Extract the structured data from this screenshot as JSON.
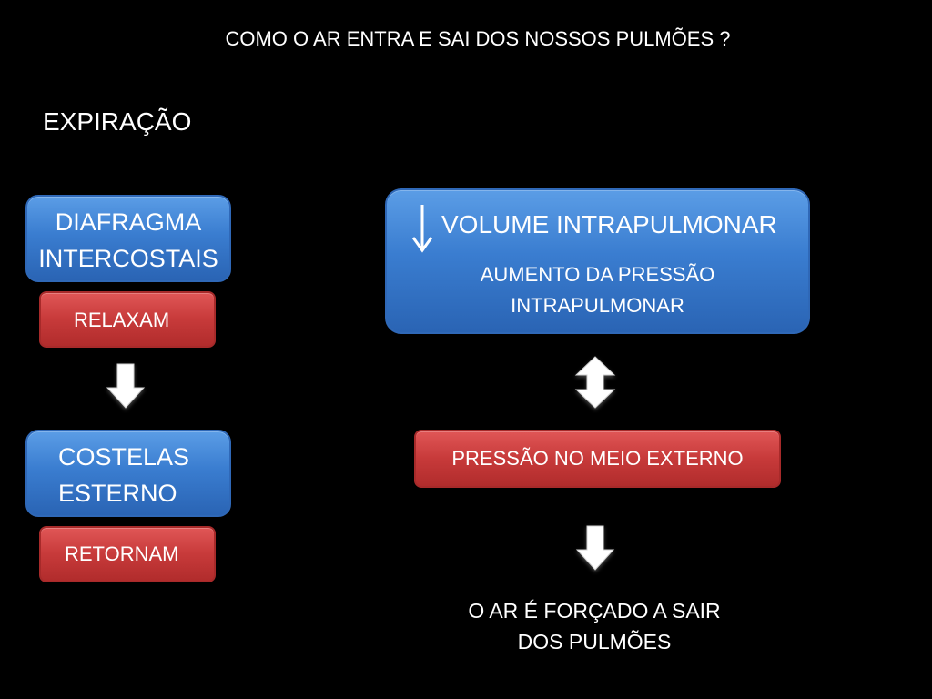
{
  "title": "COMO O AR ENTRA E SAI DOS NOSSOS PULMÕES ?",
  "section": "EXPIRAÇÃO",
  "left": {
    "muscles": {
      "line1": "DIAFRAGMA",
      "line2": "INTERCOSTAIS"
    },
    "muscles_action": "RELAXAM",
    "bones": {
      "line1": "COSTELAS",
      "line2": "ESTERNO"
    },
    "bones_action": "RETORNAM"
  },
  "right": {
    "volume": {
      "main": "VOLUME INTRAPULMONAR",
      "sub_line1": "AUMENTO DA PRESSÃO",
      "sub_line2": "INTRAPULMONAR",
      "indicator_icon": "down-arrow-icon"
    },
    "external_pressure": "PRESSÃO NO MEIO EXTERNO",
    "result_line1": "O AR É FORÇADO A SAIR",
    "result_line2": "DOS PULMÕES"
  },
  "colors": {
    "background": "#000000",
    "blue_box": "#3a7dd0",
    "red_box": "#c73a3a",
    "text": "#ffffff"
  }
}
